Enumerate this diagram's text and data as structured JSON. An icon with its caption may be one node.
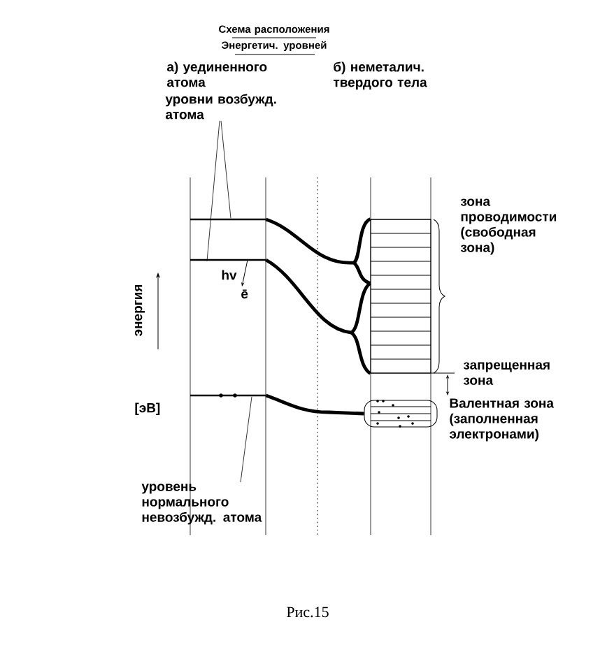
{
  "diagram": {
    "title": "Схема расположения Энергетич. уровней",
    "caption": "Рис.15",
    "nodes": [
      {
        "text": [
          "уровни возбужд. атома"
        ]
      },
      {
        "text": [],
        "shape": "line"
      },
      {
        "text": [],
        "shape": "line"
      },
      {
        "text": [],
        "shape": "line"
      },
      {
        "text": [
          "уровень нормального невозбужд. атома"
        ]
      },
      {
        "text": [],
        "shape": "box"
      },
      {
        "text": [],
        "shape": "capsule"
      }
    ],
    "edges": [
      {
        "from": 0,
        "to": 1,
        "arrow": "none"
      },
      {
        "from": 0,
        "to": 2,
        "arrow": "none"
      },
      {
        "from": 4,
        "to": 3,
        "arrow": "none"
      },
      {
        "from": 1,
        "to": 5,
        "arrow": "none",
        "style": "thick"
      },
      {
        "from": 2,
        "to": 5,
        "arrow": "none",
        "style": "thick"
      },
      {
        "from": 3,
        "to": 6,
        "arrow": "none",
        "style": "thick"
      }
    ],
    "labels": [
      "а) уединенного атома",
      "б) неметалич. твердого тела",
      "hv",
      "ē",
      "зона проводимости (свободная зона)",
      "энергия",
      "запрещенная зона",
      "[эВ]",
      "Валентная зона (заполненная электронами)"
    ]
  }
}
